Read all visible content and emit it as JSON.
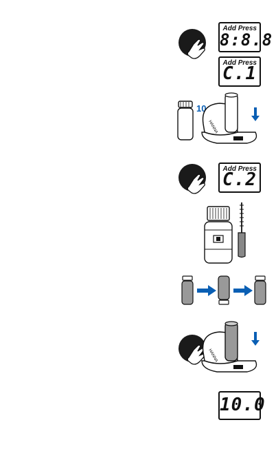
{
  "step1": {
    "display_1": {
      "label": "Add Press",
      "value": "8:8.8"
    },
    "display_2": {
      "label": "Add Press",
      "value": "C.1"
    }
  },
  "step2": {
    "volume": "10 mL"
  },
  "step3": {
    "display": {
      "label": "Add Press",
      "value": "C.2"
    }
  },
  "step7": {
    "display": {
      "value": "10.0"
    }
  },
  "colors": {
    "accent_blue": "#0a5fb4",
    "ink": "#111111"
  },
  "icons": [
    "finger-press-button-icon",
    "sample-vial-icon",
    "meter-insert-icon",
    "down-arrow-icon",
    "reagent-bottle-icon",
    "dropper-pipette-icon",
    "right-arrow-icon"
  ]
}
